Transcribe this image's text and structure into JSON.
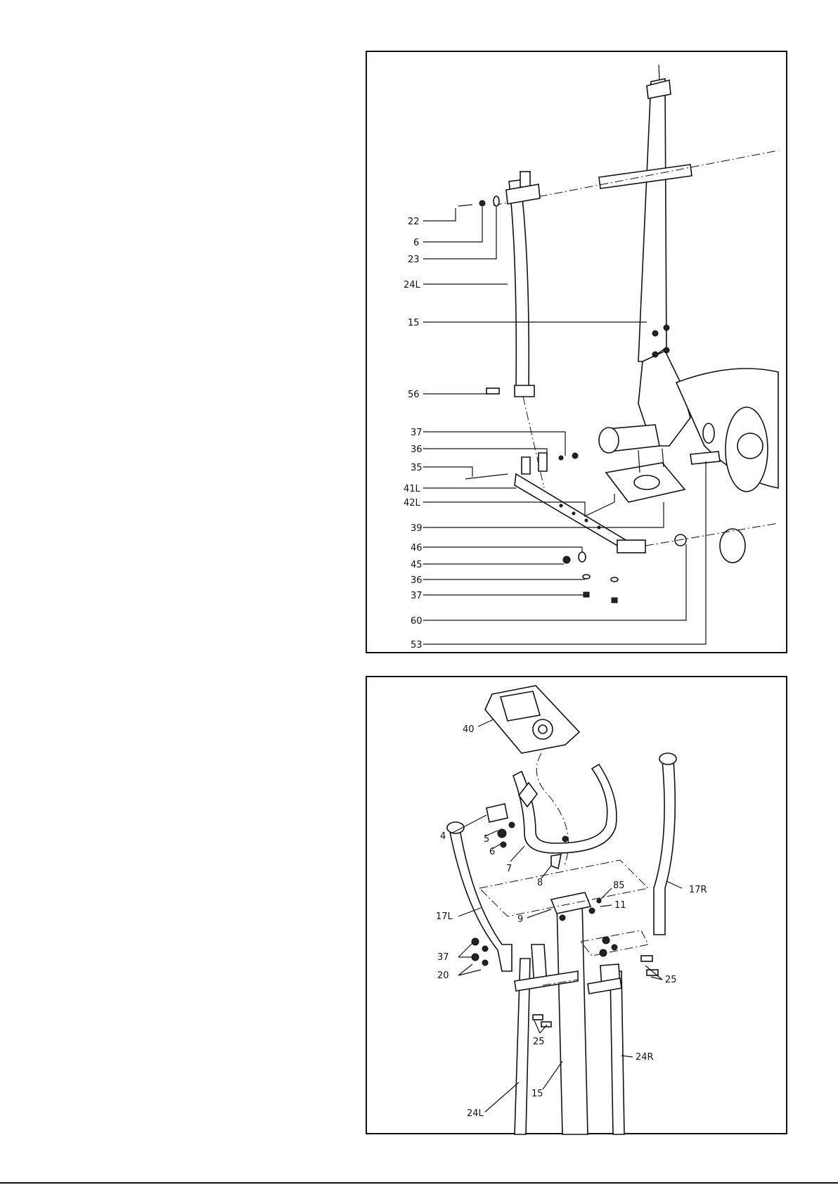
{
  "top_diagram": {
    "callouts": [
      {
        "id": "22",
        "text": "22"
      },
      {
        "id": "6",
        "text": "6"
      },
      {
        "id": "23",
        "text": "23"
      },
      {
        "id": "24L",
        "text": "24L"
      },
      {
        "id": "15",
        "text": "15"
      },
      {
        "id": "56",
        "text": "56"
      },
      {
        "id": "37a",
        "text": "37"
      },
      {
        "id": "36a",
        "text": "36"
      },
      {
        "id": "35",
        "text": "35"
      },
      {
        "id": "41L",
        "text": "41L"
      },
      {
        "id": "42L",
        "text": "42L"
      },
      {
        "id": "39",
        "text": "39"
      },
      {
        "id": "46",
        "text": "46"
      },
      {
        "id": "45",
        "text": "45"
      },
      {
        "id": "36b",
        "text": "36"
      },
      {
        "id": "37b",
        "text": "37"
      },
      {
        "id": "60",
        "text": "60"
      },
      {
        "id": "53",
        "text": "53"
      }
    ]
  },
  "bottom_diagram": {
    "callouts": [
      {
        "id": "40",
        "text": "40"
      },
      {
        "id": "4",
        "text": "4"
      },
      {
        "id": "5",
        "text": "5"
      },
      {
        "id": "6",
        "text": "6"
      },
      {
        "id": "7",
        "text": "7"
      },
      {
        "id": "8",
        "text": "8"
      },
      {
        "id": "85",
        "text": "85"
      },
      {
        "id": "11",
        "text": "11"
      },
      {
        "id": "9",
        "text": "9"
      },
      {
        "id": "17R",
        "text": "17R"
      },
      {
        "id": "17L",
        "text": "17L"
      },
      {
        "id": "37",
        "text": "37"
      },
      {
        "id": "20",
        "text": "20"
      },
      {
        "id": "25a",
        "text": "25"
      },
      {
        "id": "25b",
        "text": "25"
      },
      {
        "id": "24R",
        "text": "24R"
      },
      {
        "id": "15",
        "text": "15"
      },
      {
        "id": "24L",
        "text": "24L"
      }
    ]
  }
}
